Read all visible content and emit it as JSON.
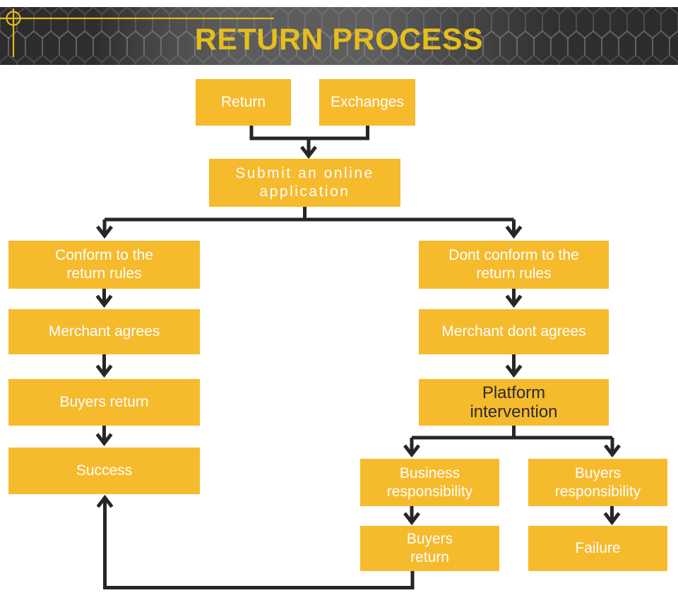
{
  "header": {
    "title": "RETURN PROCESS"
  },
  "colors": {
    "node_fill": "#F6BA2D",
    "node_text": "#FFFFFF",
    "platform_text": "#2B2B2B",
    "connector": "#262626",
    "title_yellow": "#E6BD1B",
    "banner_dark": "#2C2C2C",
    "banner_light": "#5E5E5E"
  },
  "nodes": {
    "return": {
      "label": "Return"
    },
    "exchanges": {
      "label": "Exchanges"
    },
    "submit": {
      "label": "Submit an online\napplication"
    },
    "conform": {
      "label": "Conform to the\nreturn rules"
    },
    "merchant_agrees": {
      "label": "Merchant agrees"
    },
    "buyers_return_left": {
      "label": "Buyers return"
    },
    "success": {
      "label": "Success"
    },
    "dont_conform": {
      "label": "Dont conform to the\nreturn rules"
    },
    "merchant_dont_agrees": {
      "label": "Merchant dont agrees"
    },
    "platform": {
      "label": "Platform\nintervention"
    },
    "business_resp": {
      "label": "Business\nresponsibility"
    },
    "buyers_resp": {
      "label": "Buyers\nresponsibility"
    },
    "buyers_return_right": {
      "label": "Buyers\nreturn"
    },
    "failure": {
      "label": "Failure"
    }
  },
  "edges": [
    {
      "from": "return",
      "to": "submit"
    },
    {
      "from": "exchanges",
      "to": "submit"
    },
    {
      "from": "submit",
      "to": "conform"
    },
    {
      "from": "submit",
      "to": "dont_conform"
    },
    {
      "from": "conform",
      "to": "merchant_agrees"
    },
    {
      "from": "merchant_agrees",
      "to": "buyers_return_left"
    },
    {
      "from": "buyers_return_left",
      "to": "success"
    },
    {
      "from": "dont_conform",
      "to": "merchant_dont_agrees"
    },
    {
      "from": "merchant_dont_agrees",
      "to": "platform"
    },
    {
      "from": "platform",
      "to": "business_resp"
    },
    {
      "from": "platform",
      "to": "buyers_resp"
    },
    {
      "from": "business_resp",
      "to": "buyers_return_right"
    },
    {
      "from": "buyers_resp",
      "to": "failure"
    },
    {
      "from": "buyers_return_right",
      "to": "success"
    }
  ]
}
